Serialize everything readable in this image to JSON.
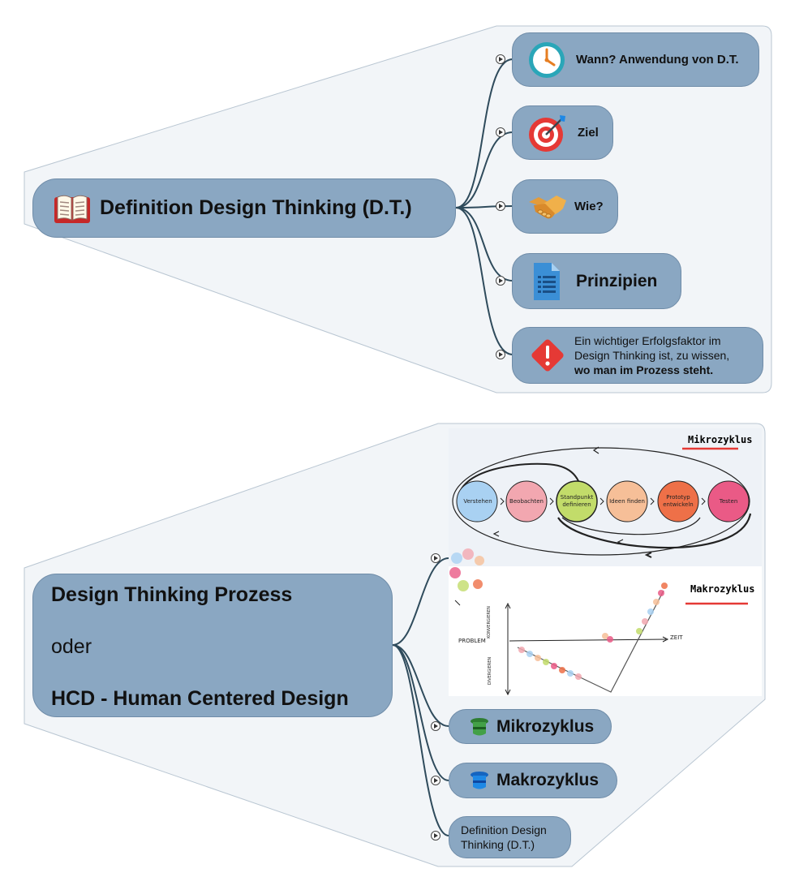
{
  "topic1": {
    "title": "Definition Design Thinking (D.T.)",
    "icon": "open-book-icon",
    "children": [
      {
        "label": "Wann? Anwendung von D.T.",
        "icon": "clock-icon"
      },
      {
        "label": "Ziel",
        "icon": "target-icon"
      },
      {
        "label": "Wie?",
        "icon": "handshake-icon"
      },
      {
        "label": "Prinzipien",
        "icon": "document-icon"
      },
      {
        "label_line1": "Ein wichtiger Erfolgsfaktor im",
        "label_line2": "Design Thinking ist, zu wissen,",
        "label_line3": "wo man im Prozess steht.",
        "icon": "warning-icon"
      }
    ]
  },
  "topic2": {
    "title_line1": "Design Thinking Prozess",
    "title_line2": "oder",
    "title_line3": "HCD - Human Centered Design",
    "image": {
      "mikro_heading": "Mikrozyklus",
      "makro_heading": "Makrozyklus",
      "steps": [
        "Verstehen",
        "Beobachten",
        "Standpunkt definieren",
        "Ideen finden",
        "Prototyp entwickeln",
        "Testen"
      ],
      "axis_problem": "PROBLEM",
      "axis_zeit": "ZEIT",
      "axis_konvergieren": "KONVERGIEREN",
      "axis_divergieren": "DIVERGIEREN"
    },
    "children": [
      {
        "label": "Mikrozyklus",
        "icon": "green-hat-icon"
      },
      {
        "label": "Makrozyklus",
        "icon": "blue-hat-icon"
      },
      {
        "label_line1": "Definition Design",
        "label_line2": "Thinking (D.T.)"
      }
    ]
  },
  "colors": {
    "node": "#8aa7c2",
    "boundary": "#f2f5f8",
    "branch": "#2f4b5c",
    "accent_red": "#e53935"
  }
}
